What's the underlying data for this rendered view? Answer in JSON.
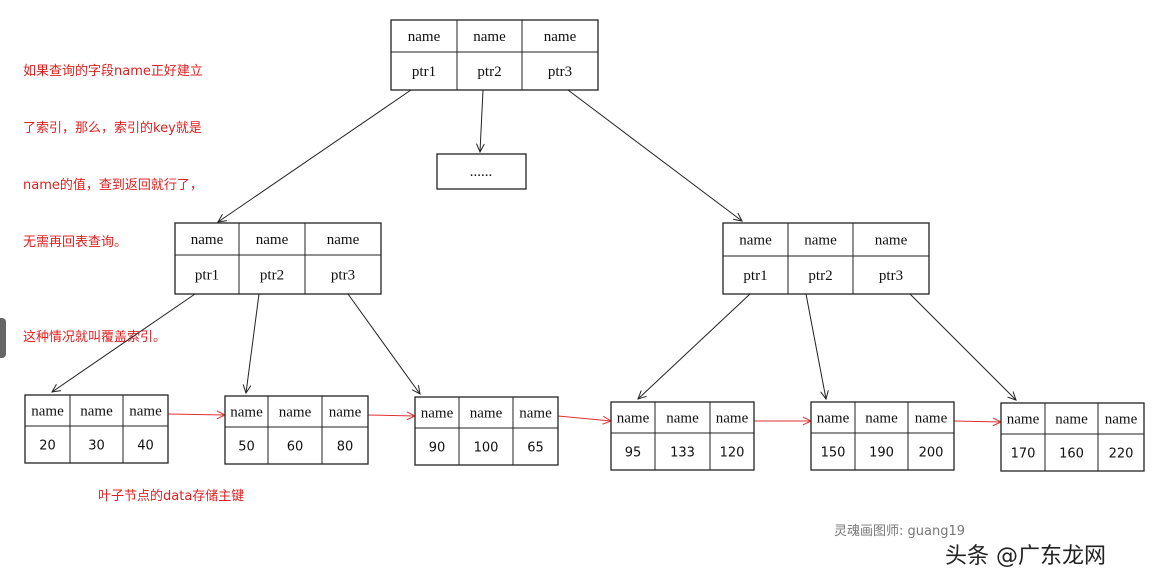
{
  "notes": {
    "covering_index": [
      "如果查询的字段name正好建立",
      "了索引，那么，索引的key就是",
      "name的值，查到返回就行了，",
      "无需再回表查询。",
      "",
      "这种情况就叫覆盖索引。"
    ],
    "leaf_caption": "叶子节点的data存储主键"
  },
  "credit": "灵魂画图师:  guang19",
  "watermark": "头条 @广东龙网",
  "ellipsis": "......",
  "tree": {
    "root": {
      "keys": [
        "name",
        "name",
        "name"
      ],
      "ptrs": [
        "ptr1",
        "ptr2",
        "ptr3"
      ]
    },
    "internal": [
      {
        "keys": [
          "name",
          "name",
          "name"
        ],
        "ptrs": [
          "ptr1",
          "ptr2",
          "ptr3"
        ]
      },
      {
        "keys": [
          "name",
          "name",
          "name"
        ],
        "ptrs": [
          "ptr1",
          "ptr2",
          "ptr3"
        ]
      }
    ],
    "leaves": [
      {
        "keys": [
          "name",
          "name",
          "name"
        ],
        "values": [
          "20",
          "30",
          "40"
        ]
      },
      {
        "keys": [
          "name",
          "name",
          "name"
        ],
        "values": [
          "50",
          "60",
          "80"
        ]
      },
      {
        "keys": [
          "name",
          "name",
          "name"
        ],
        "values": [
          "90",
          "100",
          "65"
        ]
      },
      {
        "keys": [
          "name",
          "name",
          "name"
        ],
        "values": [
          "95",
          "133",
          "120"
        ]
      },
      {
        "keys": [
          "name",
          "name",
          "name"
        ],
        "values": [
          "150",
          "190",
          "200"
        ]
      },
      {
        "keys": [
          "name",
          "name",
          "name"
        ],
        "values": [
          "170",
          "160",
          "220"
        ]
      }
    ]
  }
}
